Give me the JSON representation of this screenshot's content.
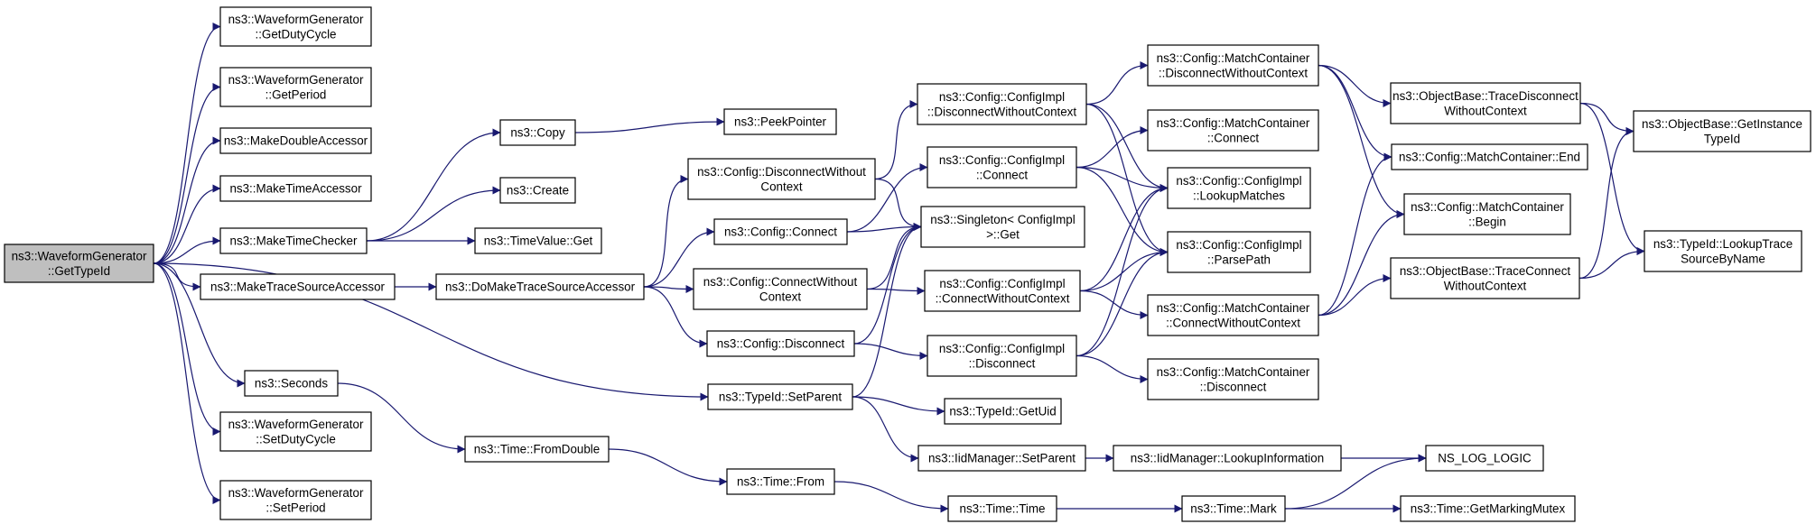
{
  "graph": {
    "colors": {
      "edge": "#191970",
      "node_border": "#000000",
      "root_fill": "#bfbfbf",
      "node_fill": "#ffffff",
      "text": "#000000"
    },
    "nodes": [
      {
        "id": "root",
        "lines": [
          "ns3::WaveformGenerator",
          "::GetTypeId"
        ],
        "root": true
      },
      {
        "id": "getdutycycle",
        "lines": [
          "ns3::WaveformGenerator",
          "::GetDutyCycle"
        ]
      },
      {
        "id": "getperiod",
        "lines": [
          "ns3::WaveformGenerator",
          "::GetPeriod"
        ]
      },
      {
        "id": "makedoubleaccessor",
        "lines": [
          "ns3::MakeDoubleAccessor"
        ]
      },
      {
        "id": "maketimeaccessor",
        "lines": [
          "ns3::MakeTimeAccessor"
        ]
      },
      {
        "id": "maketimechecker",
        "lines": [
          "ns3::MakeTimeChecker"
        ]
      },
      {
        "id": "maketracesourceaccessor",
        "lines": [
          "ns3::MakeTraceSourceAccessor"
        ]
      },
      {
        "id": "seconds",
        "lines": [
          "ns3::Seconds"
        ]
      },
      {
        "id": "setdutycycle",
        "lines": [
          "ns3::WaveformGenerator",
          "::SetDutyCycle"
        ]
      },
      {
        "id": "setperiod",
        "lines": [
          "ns3::WaveformGenerator",
          "::SetPeriod"
        ]
      },
      {
        "id": "copy",
        "lines": [
          "ns3::Copy"
        ]
      },
      {
        "id": "create",
        "lines": [
          "ns3::Create"
        ]
      },
      {
        "id": "timevalueget",
        "lines": [
          "ns3::TimeValue::Get"
        ]
      },
      {
        "id": "domaketrace",
        "lines": [
          "ns3::DoMakeTraceSourceAccessor"
        ]
      },
      {
        "id": "fromdouble",
        "lines": [
          "ns3::Time::FromDouble"
        ]
      },
      {
        "id": "peekpointer",
        "lines": [
          "ns3::PeekPointer"
        ]
      },
      {
        "id": "cfgdisconnectwoc",
        "lines": [
          "ns3::Config::DisconnectWithout",
          "Context"
        ]
      },
      {
        "id": "cfgconnect",
        "lines": [
          "ns3::Config::Connect"
        ]
      },
      {
        "id": "cfgconnectwoc",
        "lines": [
          "ns3::Config::ConnectWithout",
          "Context"
        ]
      },
      {
        "id": "cfgdisconnect",
        "lines": [
          "ns3::Config::Disconnect"
        ]
      },
      {
        "id": "typeidsetparent",
        "lines": [
          "ns3::TypeId::SetParent"
        ]
      },
      {
        "id": "timefrom",
        "lines": [
          "ns3::Time::From"
        ]
      },
      {
        "id": "implDisconnectWoc",
        "lines": [
          "ns3::Config::ConfigImpl",
          "::DisconnectWithoutContext"
        ]
      },
      {
        "id": "implConnect",
        "lines": [
          "ns3::Config::ConfigImpl",
          "::Connect"
        ]
      },
      {
        "id": "singletonget",
        "lines": [
          "ns3::Singleton< ConfigImpl",
          " >::Get"
        ]
      },
      {
        "id": "implConnectWoc",
        "lines": [
          "ns3::Config::ConfigImpl",
          "::ConnectWithoutContext"
        ]
      },
      {
        "id": "implDisconnect",
        "lines": [
          "ns3::Config::ConfigImpl",
          "::Disconnect"
        ]
      },
      {
        "id": "typeidgetuid",
        "lines": [
          "ns3::TypeId::GetUid"
        ]
      },
      {
        "id": "iidsetparent",
        "lines": [
          "ns3::IidManager::SetParent"
        ]
      },
      {
        "id": "timetime",
        "lines": [
          "ns3::Time::Time"
        ]
      },
      {
        "id": "mcDisconnectWoc",
        "lines": [
          "ns3::Config::MatchContainer",
          "::DisconnectWithoutContext"
        ]
      },
      {
        "id": "mcConnect",
        "lines": [
          "ns3::Config::MatchContainer",
          "::Connect"
        ]
      },
      {
        "id": "lookupmatches",
        "lines": [
          "ns3::Config::ConfigImpl",
          "::LookupMatches"
        ]
      },
      {
        "id": "parsepath",
        "lines": [
          "ns3::Config::ConfigImpl",
          "::ParsePath"
        ]
      },
      {
        "id": "mcConnectWoc",
        "lines": [
          "ns3::Config::MatchContainer",
          "::ConnectWithoutContext"
        ]
      },
      {
        "id": "mcDisconnect",
        "lines": [
          "ns3::Config::MatchContainer",
          "::Disconnect"
        ]
      },
      {
        "id": "iidlookupinfo",
        "lines": [
          "ns3::IidManager::LookupInformation"
        ]
      },
      {
        "id": "timemark",
        "lines": [
          "ns3::Time::Mark"
        ]
      },
      {
        "id": "obTraceDisconnectWoc",
        "lines": [
          "ns3::ObjectBase::TraceDisconnect",
          "WithoutContext"
        ]
      },
      {
        "id": "mcEnd",
        "lines": [
          "ns3::Config::MatchContainer::End"
        ]
      },
      {
        "id": "mcBegin",
        "lines": [
          "ns3::Config::MatchContainer",
          "::Begin"
        ]
      },
      {
        "id": "obTraceConnectWoc",
        "lines": [
          "ns3::ObjectBase::TraceConnect",
          "WithoutContext"
        ]
      },
      {
        "id": "nsloglogic",
        "lines": [
          "NS_LOG_LOGIC"
        ]
      },
      {
        "id": "getmarkingmutex",
        "lines": [
          "ns3::Time::GetMarkingMutex"
        ]
      },
      {
        "id": "obGetInstanceTypeId",
        "lines": [
          "ns3::ObjectBase::GetInstance",
          "TypeId"
        ]
      },
      {
        "id": "lookuptracesource",
        "lines": [
          "ns3::TypeId::LookupTrace",
          "SourceByName"
        ]
      }
    ],
    "edges": [
      [
        "root",
        "getdutycycle"
      ],
      [
        "root",
        "getperiod"
      ],
      [
        "root",
        "makedoubleaccessor"
      ],
      [
        "root",
        "maketimeaccessor"
      ],
      [
        "root",
        "maketimechecker"
      ],
      [
        "root",
        "maketracesourceaccessor"
      ],
      [
        "root",
        "seconds"
      ],
      [
        "root",
        "setdutycycle"
      ],
      [
        "root",
        "setperiod"
      ],
      [
        "root",
        "typeidsetparent"
      ],
      [
        "maketimechecker",
        "copy"
      ],
      [
        "maketimechecker",
        "create"
      ],
      [
        "maketimechecker",
        "timevalueget"
      ],
      [
        "copy",
        "peekpointer"
      ],
      [
        "maketracesourceaccessor",
        "domaketrace"
      ],
      [
        "domaketrace",
        "cfgdisconnectwoc"
      ],
      [
        "domaketrace",
        "cfgconnect"
      ],
      [
        "domaketrace",
        "cfgconnectwoc"
      ],
      [
        "domaketrace",
        "cfgdisconnect"
      ],
      [
        "seconds",
        "fromdouble"
      ],
      [
        "fromdouble",
        "timefrom"
      ],
      [
        "timefrom",
        "timetime"
      ],
      [
        "timetime",
        "timemark"
      ],
      [
        "cfgdisconnectwoc",
        "implDisconnectWoc"
      ],
      [
        "cfgdisconnectwoc",
        "singletonget"
      ],
      [
        "cfgconnect",
        "implConnect"
      ],
      [
        "cfgconnect",
        "singletonget"
      ],
      [
        "cfgconnectwoc",
        "implConnectWoc"
      ],
      [
        "cfgconnectwoc",
        "singletonget"
      ],
      [
        "cfgdisconnect",
        "implDisconnect"
      ],
      [
        "cfgdisconnect",
        "singletonget"
      ],
      [
        "typeidsetparent",
        "singletonget"
      ],
      [
        "typeidsetparent",
        "typeidgetuid"
      ],
      [
        "typeidsetparent",
        "iidsetparent"
      ],
      [
        "implDisconnectWoc",
        "mcDisconnectWoc"
      ],
      [
        "implDisconnectWoc",
        "lookupmatches"
      ],
      [
        "implDisconnectWoc",
        "parsepath"
      ],
      [
        "implConnect",
        "mcConnect"
      ],
      [
        "implConnect",
        "lookupmatches"
      ],
      [
        "implConnect",
        "parsepath"
      ],
      [
        "implConnectWoc",
        "mcConnectWoc"
      ],
      [
        "implConnectWoc",
        "lookupmatches"
      ],
      [
        "implConnectWoc",
        "parsepath"
      ],
      [
        "implDisconnect",
        "mcDisconnect"
      ],
      [
        "implDisconnect",
        "lookupmatches"
      ],
      [
        "implDisconnect",
        "parsepath"
      ],
      [
        "iidsetparent",
        "iidlookupinfo"
      ],
      [
        "iidlookupinfo",
        "nsloglogic"
      ],
      [
        "timemark",
        "nsloglogic"
      ],
      [
        "timemark",
        "getmarkingmutex"
      ],
      [
        "mcDisconnectWoc",
        "obTraceDisconnectWoc"
      ],
      [
        "mcDisconnectWoc",
        "mcEnd"
      ],
      [
        "mcDisconnectWoc",
        "mcBegin"
      ],
      [
        "mcConnectWoc",
        "mcEnd"
      ],
      [
        "mcConnectWoc",
        "mcBegin"
      ],
      [
        "mcConnectWoc",
        "obTraceConnectWoc"
      ],
      [
        "obTraceDisconnectWoc",
        "obGetInstanceTypeId"
      ],
      [
        "obTraceDisconnectWoc",
        "lookuptracesource"
      ],
      [
        "obTraceConnectWoc",
        "obGetInstanceTypeId"
      ],
      [
        "obTraceConnectWoc",
        "lookuptracesource"
      ]
    ]
  }
}
